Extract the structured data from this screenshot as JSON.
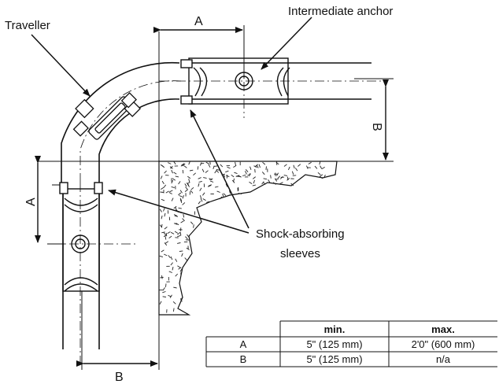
{
  "labels": {
    "traveller": "Traveller",
    "intermediate_anchor": "Intermediate anchor",
    "shock_line1": "Shock-absorbing",
    "shock_line2": "sleeves"
  },
  "dimensions": {
    "a_top": "A",
    "b_right": "B",
    "a_left": "A",
    "b_bottom": "B"
  },
  "table": {
    "headers": [
      "",
      "min.",
      "max."
    ],
    "rows": [
      [
        "A",
        "5\" (125 mm)",
        "2'0\" (600 mm)"
      ],
      [
        "B",
        "5\" (125 mm)",
        "n/a"
      ]
    ]
  }
}
